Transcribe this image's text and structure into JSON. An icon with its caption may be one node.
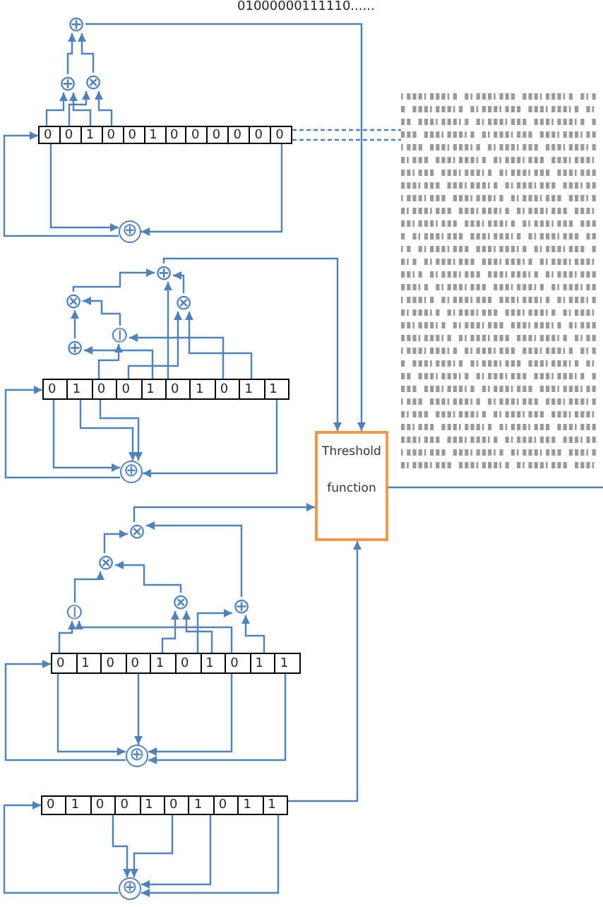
{
  "diagram": {
    "nodes": [
      {
        "text": [
          "⊕"
        ]
      },
      {
        "text": [
          "⊕"
        ]
      },
      {
        "text": [
          "⊗"
        ]
      },
      {
        "text": [
          "0",
          "0",
          "1",
          "0",
          "0",
          "1",
          "0",
          "0",
          "0",
          "0",
          "0",
          "0"
        ]
      },
      {
        "text": [
          "⊕"
        ]
      },
      {
        "text": [
          "⊕"
        ]
      },
      {
        "text": [
          "⊗"
        ]
      },
      {
        "text": [
          "⊗"
        ]
      },
      {
        "text": [
          "⦶"
        ]
      },
      {
        "text": [
          "⊕"
        ]
      },
      {
        "text": [
          "0",
          "1",
          "0",
          "0",
          "1",
          "0",
          "1",
          "0",
          "1",
          "1"
        ]
      },
      {
        "text": [
          "⊕"
        ]
      },
      {
        "text": [
          "Threshold function"
        ]
      },
      {
        "text": [
          "⊗"
        ]
      },
      {
        "text": [
          "⊗"
        ]
      },
      {
        "text": [
          "⊗"
        ]
      },
      {
        "text": [
          "⊕"
        ]
      },
      {
        "text": [
          "⦶"
        ]
      },
      {
        "text": [
          "0",
          "1",
          "0",
          "0",
          "1",
          "0",
          "1",
          "0",
          "1",
          "1"
        ]
      },
      {
        "text": [
          "⊕"
        ]
      },
      {
        "text": [
          "0",
          "1",
          "0",
          "0",
          "1",
          "0",
          "1",
          "0",
          "1",
          "1"
        ]
      },
      {
        "text": [
          "⊕"
        ]
      },
      {
        "text": [],
        "shape": "picture"
      }
    ],
    "edges": [
      {
        "from": 3,
        "to": 1,
        "arrow": "to"
      },
      {
        "from": 3,
        "to": 1,
        "arrow": "to"
      },
      {
        "from": 3,
        "to": 2,
        "arrow": "to"
      },
      {
        "from": 3,
        "to": 2,
        "arrow": "to"
      },
      {
        "from": 1,
        "to": 0,
        "arrow": "to"
      },
      {
        "from": 2,
        "to": 0,
        "arrow": "to"
      },
      {
        "from": 0,
        "to": 12,
        "arrow": "to"
      },
      {
        "from": 3,
        "to": 4,
        "arrow": "to"
      },
      {
        "from": 3,
        "to": 4,
        "arrow": "to"
      },
      {
        "from": 4,
        "to": 3,
        "arrow": "to"
      },
      {
        "from": 3,
        "to": 22,
        "arrow": "none",
        "style": "dashed"
      },
      {
        "from": 3,
        "to": 22,
        "arrow": "none",
        "style": "dashed"
      },
      {
        "from": 10,
        "to": 8,
        "arrow": "to"
      },
      {
        "from": 10,
        "to": 8,
        "arrow": "to"
      },
      {
        "from": 10,
        "to": 9,
        "arrow": "to"
      },
      {
        "from": 10,
        "to": 7,
        "arrow": "to"
      },
      {
        "from": 10,
        "to": 7,
        "arrow": "to"
      },
      {
        "from": 10,
        "to": 5,
        "arrow": "to"
      },
      {
        "from": 9,
        "to": 6,
        "arrow": "to"
      },
      {
        "from": 8,
        "to": 6,
        "arrow": "to"
      },
      {
        "from": 6,
        "to": 5,
        "arrow": "to"
      },
      {
        "from": 7,
        "to": 5,
        "arrow": "to"
      },
      {
        "from": 5,
        "to": 12,
        "arrow": "to"
      },
      {
        "from": 10,
        "to": 11,
        "arrow": "to"
      },
      {
        "from": 10,
        "to": 11,
        "arrow": "to"
      },
      {
        "from": 10,
        "to": 11,
        "arrow": "to"
      },
      {
        "from": 10,
        "to": 11,
        "arrow": "to"
      },
      {
        "from": 11,
        "to": 10,
        "arrow": "to"
      },
      {
        "from": 18,
        "to": 17,
        "arrow": "to"
      },
      {
        "from": 18,
        "to": 17,
        "arrow": "to"
      },
      {
        "from": 18,
        "to": 15,
        "arrow": "to"
      },
      {
        "from": 18,
        "to": 15,
        "arrow": "to"
      },
      {
        "from": 18,
        "to": 16,
        "arrow": "to"
      },
      {
        "from": 18,
        "to": 16,
        "arrow": "to"
      },
      {
        "from": 17,
        "to": 14,
        "arrow": "to"
      },
      {
        "from": 15,
        "to": 14,
        "arrow": "to"
      },
      {
        "from": 16,
        "to": 13,
        "arrow": "to"
      },
      {
        "from": 14,
        "to": 13,
        "arrow": "to"
      },
      {
        "from": 13,
        "to": 12,
        "arrow": "to"
      },
      {
        "from": 18,
        "to": 19,
        "arrow": "to"
      },
      {
        "from": 18,
        "to": 19,
        "arrow": "to"
      },
      {
        "from": 18,
        "to": 19,
        "arrow": "to"
      },
      {
        "from": 18,
        "to": 19,
        "arrow": "to"
      },
      {
        "from": 19,
        "to": 18,
        "arrow": "to"
      },
      {
        "from": 20,
        "to": 21,
        "arrow": "to"
      },
      {
        "from": 20,
        "to": 21,
        "arrow": "to"
      },
      {
        "from": 20,
        "to": 21,
        "arrow": "to"
      },
      {
        "from": 20,
        "to": 21,
        "arrow": "to"
      },
      {
        "from": 21,
        "to": 20,
        "arrow": "to"
      },
      {
        "from": 20,
        "to": 12,
        "arrow": "to"
      },
      {
        "from": 12,
        "to": null,
        "arrow": "none"
      }
    ],
    "labels": [
      "01000000111110......"
    ]
  }
}
